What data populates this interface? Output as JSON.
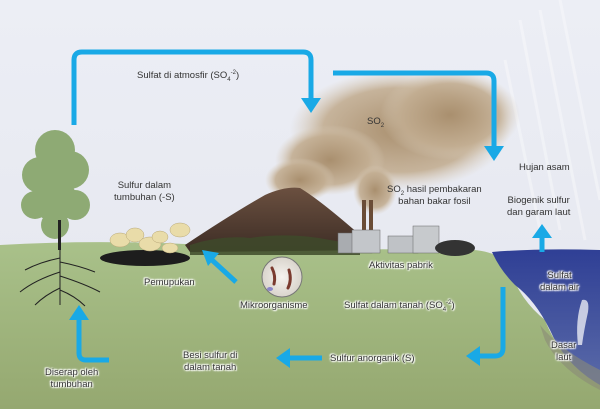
{
  "title": "Siklus Sulfur",
  "colors": {
    "arrow": "#19a9e6",
    "sky": "#e8e9f1",
    "ground": "#9db27a",
    "sea": "#3a4c9a",
    "smoke": "#b9a283"
  },
  "labels": {
    "sulfat_atmosfir": {
      "text": "Sulfat di atmosfir (SO",
      "sub": "4",
      "sup": "-2",
      "tail": ")"
    },
    "so2_cloud": {
      "text": "SO",
      "sub": "2"
    },
    "so2_fossil_1": {
      "text": "SO",
      "sub": "2",
      "tail": " hasil pembakaran"
    },
    "so2_fossil_2": "bahan bakar fosil",
    "hujan_asam": "Hujan asam",
    "biogenik_1": "Biogenik sulfur",
    "biogenik_2": "dan garam laut",
    "sulfur_tumbuhan_1": "Sulfur dalam",
    "sulfur_tumbuhan_2": "tumbuhan (-S)",
    "aktivitas_pabrik": "Aktivitas pabrik",
    "pemupukan": "Pemupukan",
    "mikroorganisme": "Mikroorganisme",
    "sulfat_tanah": {
      "text": "Sulfat dalam tanah (SO",
      "sub": "4",
      "sup": "-2",
      "tail": ")"
    },
    "sulfat_air_1": "Sulfat",
    "sulfat_air_2": "dalam air",
    "dasar_laut_1": "Dasar",
    "dasar_laut_2": "laut",
    "besi_sulfur_1": "Besi sulfur di",
    "besi_sulfur_2": "dalam tanah",
    "sulfur_anorganik": "Sulfur anorganik (S)",
    "diserap_1": "Diserap oleh",
    "diserap_2": "tumbuhan"
  }
}
